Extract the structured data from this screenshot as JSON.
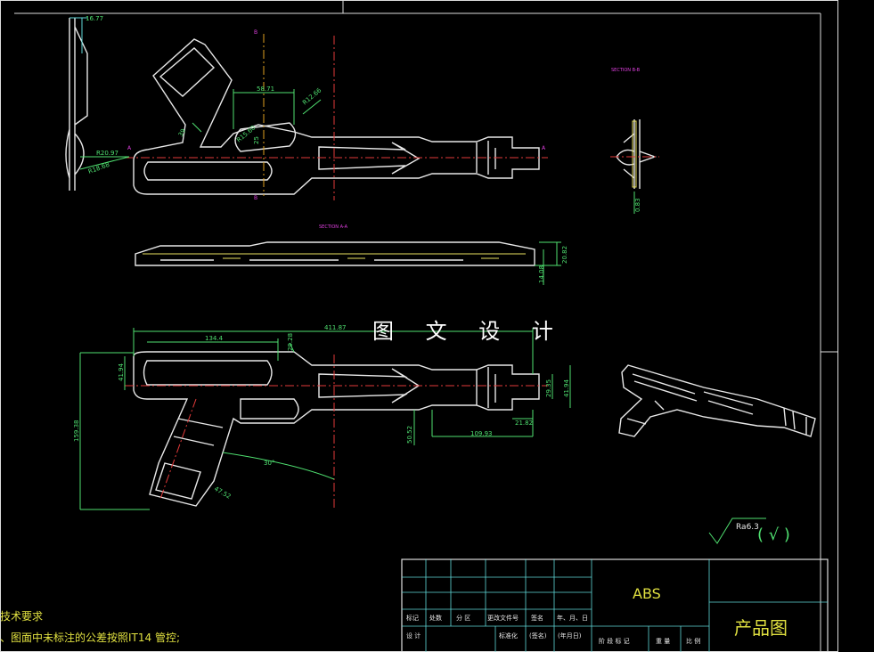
{
  "watermark": "图 文 设 计",
  "views": {
    "top": {
      "dims": [
        "16.77",
        "58.71",
        "R12.66",
        "R15.60",
        "25",
        "39",
        "R20.97",
        "R18.68"
      ],
      "section_markers": [
        "A",
        "A",
        "B",
        "B"
      ]
    },
    "section_bb": {
      "label": "SECTION B-B",
      "dim": "0.83"
    },
    "section_aa": {
      "label": "SECTION A-A",
      "dims": [
        "20.82",
        "14.08"
      ]
    },
    "front": {
      "dims": [
        "411.87",
        "134.4",
        "29.28",
        "41.94",
        "29.35",
        "41.94",
        "21.82",
        "109.93",
        "50.52",
        "159.38",
        "30°",
        "47.52"
      ]
    }
  },
  "roughness": {
    "value": "Ra6.3",
    "mark": "( √ )"
  },
  "notes": {
    "title": "技术要求",
    "line1": "、图面中未标注的公差按照IT14 管控;"
  },
  "title_block": {
    "headers": [
      "标记",
      "处数",
      "分 区",
      "更改文件号",
      "签名",
      "年、月、日"
    ],
    "row2": [
      "设 计",
      "标准化",
      "(签名)",
      "(年月日)"
    ],
    "bottom": [
      "阶 段 标 记",
      "重 量",
      "比 例"
    ],
    "material": "ABS",
    "name": "产品图"
  },
  "colors": {
    "line_green": "#4fe070",
    "line_cyan": "#5fd9d9",
    "outline": "#e8e8e8",
    "center": "#e23a3a",
    "text_yellow": "#e0e040"
  }
}
